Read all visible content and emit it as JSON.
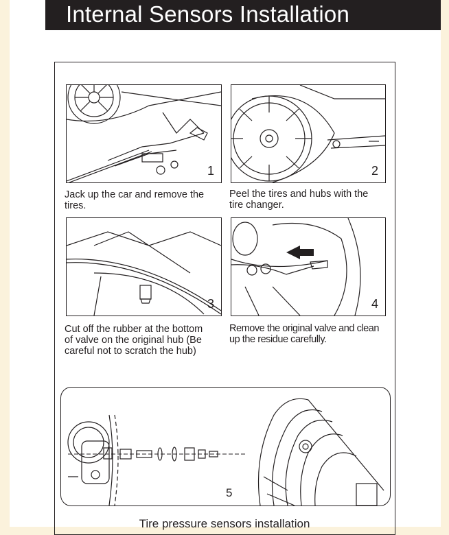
{
  "header": {
    "title": "Internal Sensors Installation"
  },
  "steps": [
    {
      "number": "1",
      "caption_line1": "Jack up the car and remove the",
      "caption_line2": "tires."
    },
    {
      "number": "2",
      "caption_line1": "Peel the tires and hubs with the",
      "caption_line2": "tire changer."
    },
    {
      "number": "3",
      "caption_line1": "Cut off the rubber at the bottom",
      "caption_line2": "of valve on the original hub (Be",
      "caption_line3": "careful not to scratch the hub)"
    },
    {
      "number": "4",
      "caption_line1": "Remove the original valve and clean",
      "caption_line2": "up the residue carefully."
    },
    {
      "number": "5"
    }
  ],
  "footer": {
    "caption": "Tire pressure sensors installation"
  },
  "colors": {
    "title_bar": "#231f20",
    "background": "#fbf2dc",
    "ink": "#231f20"
  }
}
